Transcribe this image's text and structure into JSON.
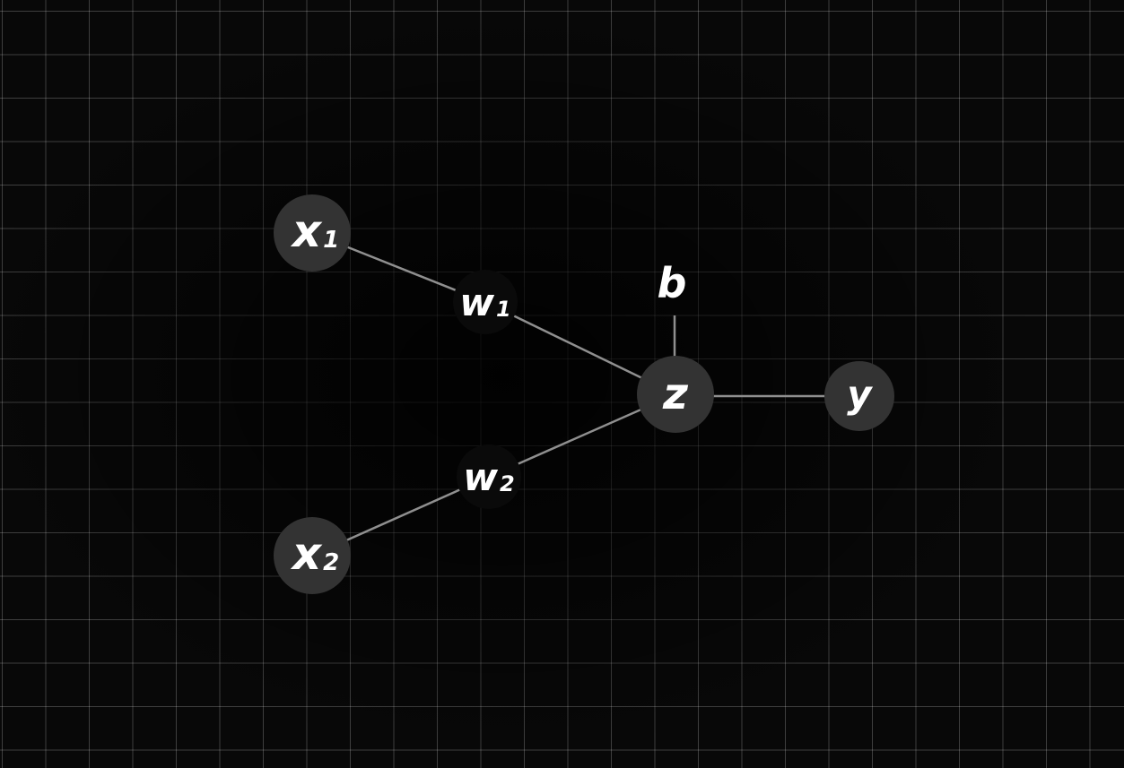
{
  "nodes": {
    "x1": {
      "main": "x",
      "sub": "1"
    },
    "x2": {
      "main": "x",
      "sub": "2"
    },
    "w1": {
      "main": "w",
      "sub": "1"
    },
    "w2": {
      "main": "w",
      "sub": "2"
    },
    "z": {
      "main": "z",
      "sub": ""
    },
    "y": {
      "main": "y",
      "sub": ""
    },
    "b": {
      "main": "b",
      "sub": ""
    }
  },
  "colors": {
    "background": "#080808",
    "grid": "#4a4a4a",
    "node_fill": "#333333",
    "edge": "#8f8f8f",
    "text": "#ffffff"
  }
}
